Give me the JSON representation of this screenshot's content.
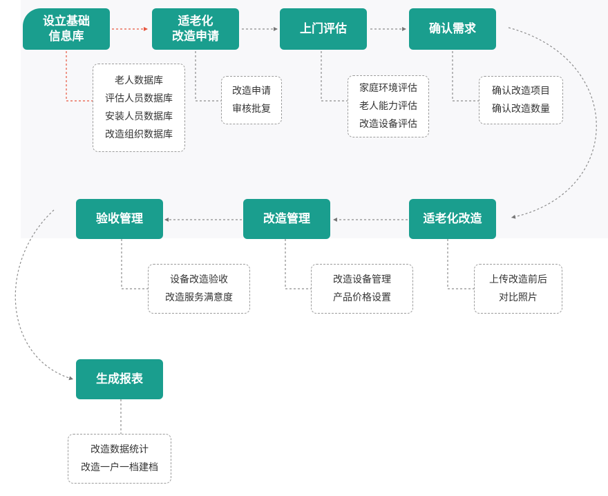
{
  "steps": [
    {
      "label": "设立基础\n信息库",
      "details": [
        "老人数据库",
        "评估人员数据库",
        "安装人员数据库",
        "改造组织数据库"
      ]
    },
    {
      "label": "适老化\n改造申请",
      "details": [
        "改造申请",
        "审核批复"
      ]
    },
    {
      "label": "上门评估",
      "details": [
        "家庭环境评估",
        "老人能力评估",
        "改造设备评估"
      ]
    },
    {
      "label": "确认需求",
      "details": [
        "确认改造项目",
        "确认改造数量"
      ]
    },
    {
      "label": "适老化改造",
      "details": [
        "上传改造前后",
        "对比照片"
      ]
    },
    {
      "label": "改造管理",
      "details": [
        "改造设备管理",
        "产品价格设置"
      ]
    },
    {
      "label": "验收管理",
      "details": [
        "设备改造验收",
        "改造服务满意度"
      ]
    },
    {
      "label": "生成报表",
      "details": [
        "改造数据统计",
        "改造一户一档建档"
      ]
    }
  ],
  "colors": {
    "step_fill": "#1a9e8e",
    "first_link": "#e8553e",
    "connector": "#8c8c8c"
  }
}
